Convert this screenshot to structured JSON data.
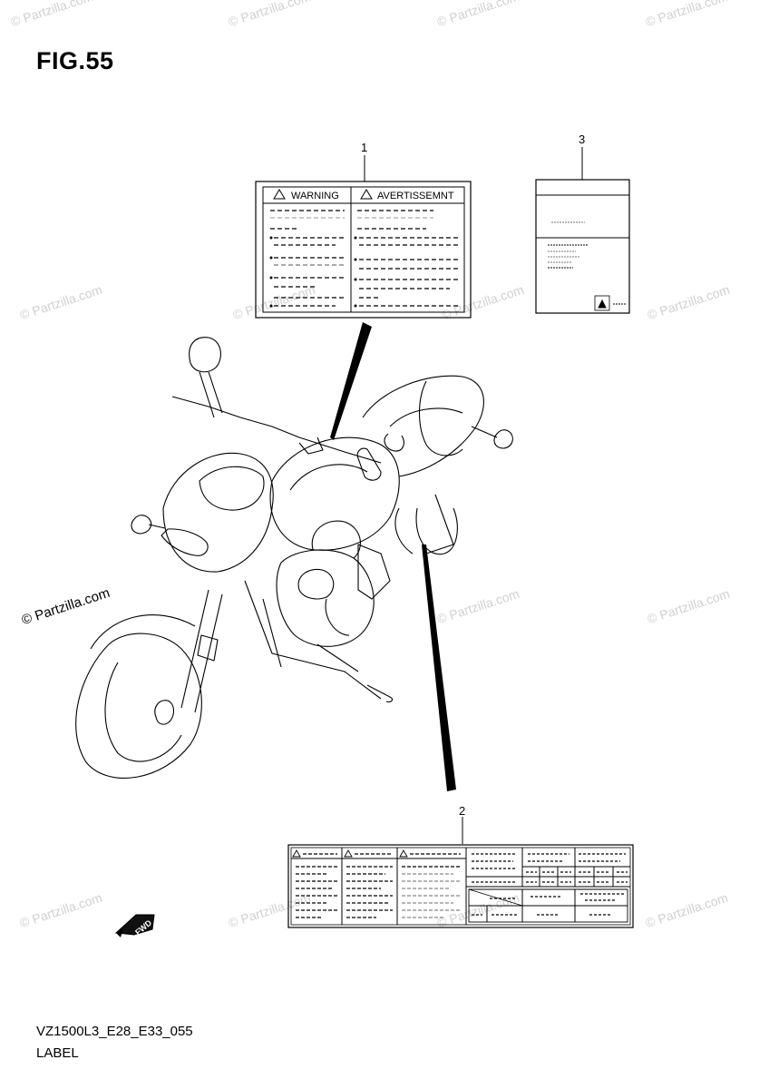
{
  "figure": {
    "title": "FIG.55",
    "code": "VZ1500L3_E28_E33_055",
    "caption": "LABEL"
  },
  "callouts": [
    "1",
    "3",
    "2"
  ],
  "warning_label": {
    "left_heading": "WARNING",
    "right_heading": "AVERTISSEMNT"
  },
  "fwd_label": "FWD",
  "watermark": "© Partzilla.com"
}
